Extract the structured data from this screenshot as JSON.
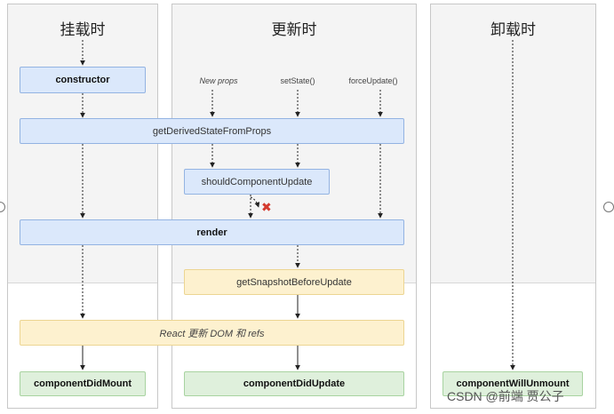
{
  "columns": {
    "mount": {
      "title": "挂载时"
    },
    "update": {
      "title": "更新时"
    },
    "unmount": {
      "title": "卸载时"
    }
  },
  "sources": {
    "new_props": "New props",
    "set_state": "setState()",
    "force_update": "forceUpdate()"
  },
  "nodes": {
    "constructor": "constructor",
    "get_derived_state": "getDerivedStateFromProps",
    "should_component_update": "shouldComponentUpdate",
    "render": "render",
    "get_snapshot": "getSnapshotBeforeUpdate",
    "react_update_dom": "React 更新 DOM 和 refs",
    "component_did_mount": "componentDidMount",
    "component_did_update": "componentDidUpdate",
    "component_will_unmount": "componentWillUnmount"
  },
  "reject_mark": "✖",
  "watermark": "CSDN @前端 贾公子"
}
